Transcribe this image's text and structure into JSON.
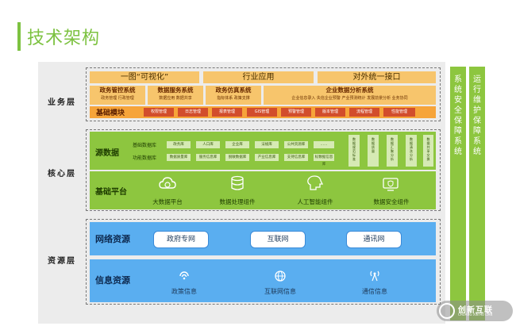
{
  "title": "技术架构",
  "layers": {
    "business": "业务层",
    "core": "核心层",
    "resource": "资源层"
  },
  "business": {
    "top_items": [
      "一图“可视化”",
      "行业应用",
      "对外统一接口"
    ],
    "systems": [
      {
        "title": "政务管控系统",
        "sub": "政务管理 行政管理"
      },
      {
        "title": "数据服务系统",
        "sub": "数据应用 数据共享"
      },
      {
        "title": "政务仿真系统",
        "sub": "指标体系 政策支撑"
      },
      {
        "title": "企业数据分析系统",
        "sub": "企业信息录入  失信企业预警  产业预测统计  发展前景分析  业务协同"
      }
    ],
    "base_label": "基础模块",
    "modules": [
      "权限管理",
      "日志管理",
      "报表管理",
      "GIS管理",
      "预警管理",
      "版本管理",
      "流程管理",
      "性能管理"
    ]
  },
  "core": {
    "source_label": "源数据",
    "basic_db_label": "基础数据库",
    "func_db_label": "功能数据库",
    "basic_dbs": [
      "政务库",
      "人口库",
      "企业库",
      "法规库",
      "公共资源库",
      "……"
    ],
    "func_dbs": [
      "数据质量库",
      "服务信息库",
      "脱敏数据库",
      "产业信息库",
      "支持信息库",
      "标数据信息库"
    ],
    "vertical_cards": [
      "数据规范标准",
      "数据质量",
      "数据汇聚分析",
      "数据清洗分析",
      "数据共享交换"
    ],
    "platform_label": "基础平台",
    "components": [
      "大数据平台",
      "数据处理组件",
      "人工智能组件",
      "数据安全组件"
    ]
  },
  "resource": {
    "network_label": "网络资源",
    "networks": [
      "政府专网",
      "互联网",
      "通讯网"
    ],
    "info_label": "信息资源",
    "infos": [
      "政策信息",
      "互联网信息",
      "通信信息"
    ]
  },
  "side": {
    "security": "系统安全保障系统",
    "ops": "运行维护保障系统"
  },
  "watermark": {
    "text": "创新互联",
    "sub": "CHUANG XIN HU LIAN"
  }
}
